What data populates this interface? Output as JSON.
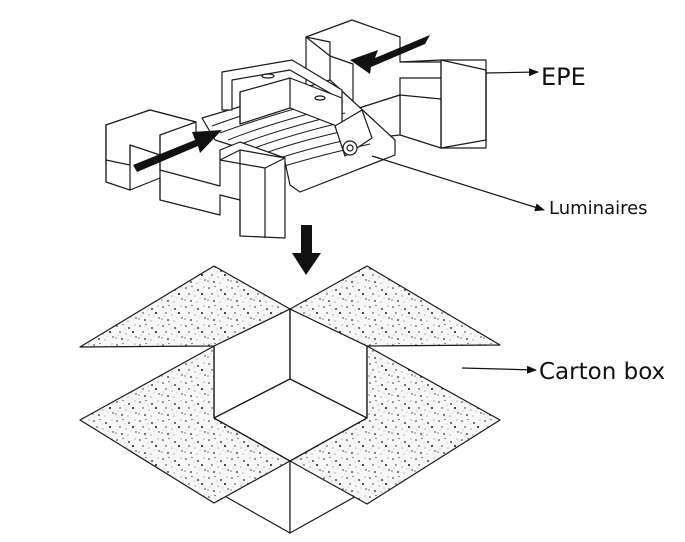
{
  "labels": {
    "epe": "EPE",
    "luminaires": "Luminaires",
    "carton_box": "Carton box"
  },
  "colors": {
    "line": "#1a1a1a",
    "arrow": "#111111",
    "background": "#ffffff",
    "speckle": "#222222"
  }
}
